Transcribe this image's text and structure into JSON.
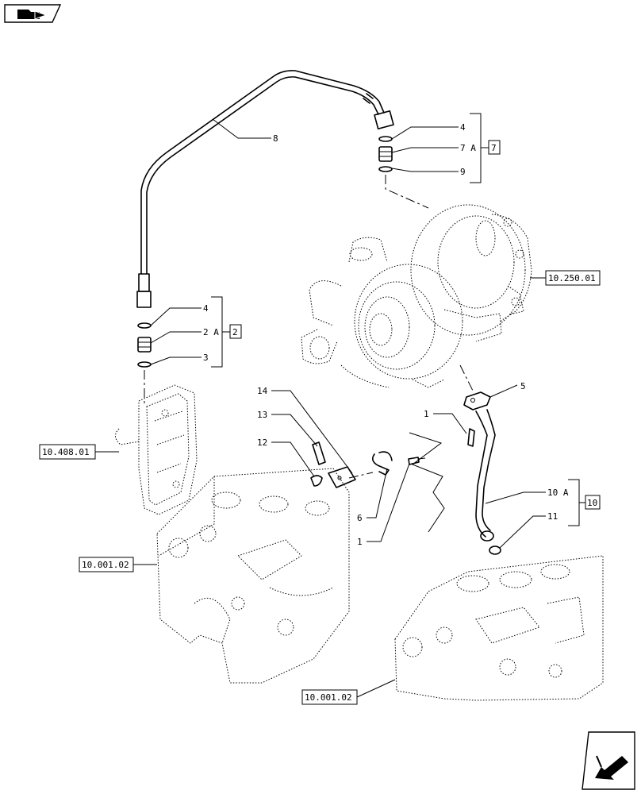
{
  "nav": {
    "top_icon": "folder-arrow-icon",
    "bottom_icon": "return-arrow-icon"
  },
  "callouts": {
    "p8": "8",
    "p4a": "4",
    "p7a": "7 A",
    "p9": "9",
    "p4b": "4",
    "p2a": "2 A",
    "p3": "3",
    "p14": "14",
    "p13": "13",
    "p12": "12",
    "p1a": "1",
    "p5": "5",
    "p6": "6",
    "p1b": "1",
    "p10a": "10 A",
    "p11": "11"
  },
  "kits": {
    "k7": "7",
    "k2": "2",
    "k10": "10"
  },
  "refs": {
    "turbo": "10.250.01",
    "filter_head": "10.408.01",
    "block_left": "10.001.02",
    "block_right": "10.001.02"
  }
}
